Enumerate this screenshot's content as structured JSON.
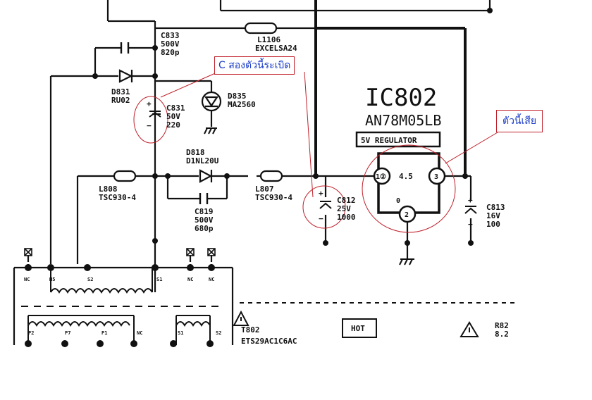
{
  "components": {
    "c833": {
      "ref": "C833",
      "v": "500V",
      "val": "820p"
    },
    "l1106": {
      "ref": "L1106",
      "val": "EXCELSA24"
    },
    "d831": {
      "ref": "D831",
      "val": "RU02"
    },
    "c831": {
      "ref": "C831",
      "v": "50V",
      "val": "220"
    },
    "d835": {
      "ref": "D835",
      "val": "MA2560"
    },
    "d818": {
      "ref": "D818",
      "val": "D1NL20U"
    },
    "l808": {
      "ref": "L808",
      "val": "TSC930-4"
    },
    "l807": {
      "ref": "L807",
      "val": "TSC930-4"
    },
    "c819": {
      "ref": "C819",
      "v": "500V",
      "val": "680p"
    },
    "c812": {
      "ref": "C812",
      "v": "25V",
      "val": "1000"
    },
    "c813": {
      "ref": "C813",
      "v": "16V",
      "val": "100"
    },
    "ic802": {
      "ref": "IC802",
      "part": "AN78M05LB",
      "desc": "5V REGULATOR",
      "pin_mid": "4.5",
      "pin_in": "1②",
      "pin_out": "3",
      "pin_gnd": "2",
      "gnd_label": "0"
    },
    "t802": {
      "ref": "T802",
      "val": "ETS29AC1C6AC"
    },
    "hot": "HOT",
    "r825": {
      "ref": "R82",
      "val": "8.2"
    }
  },
  "transformer_pins": {
    "top": [
      "NC",
      "M5",
      "S2",
      "S1",
      "NC",
      "NC"
    ],
    "bottom": [
      "P2",
      "P7",
      "P1",
      "NC",
      "S1",
      "S2"
    ]
  },
  "polarity": {
    "plus": "+",
    "minus": "−"
  },
  "annotations": {
    "cap_note": "C สองตัวนี้ระเบิด",
    "ic_note": "ตัวนี้เสีย"
  },
  "colors": {
    "ink": "#111111",
    "annotation_border": "#c0202a",
    "annotation_text": "#1a3cc8",
    "background": "#ffffff"
  }
}
